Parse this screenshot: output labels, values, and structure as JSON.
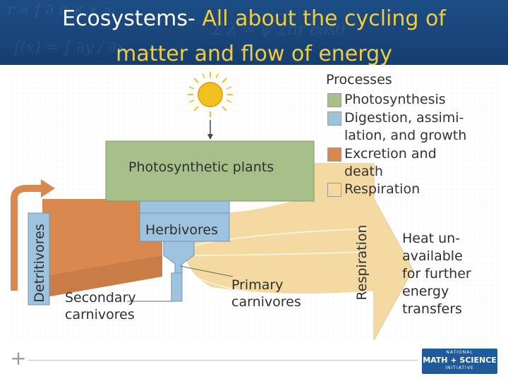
{
  "slide": {
    "title_strong": "Ecosystems-",
    "title_rest_line1": " All about the cycling of",
    "title_rest_line2": "matter and flow of energy"
  },
  "diagram": {
    "legend": {
      "heading": "Processes",
      "items": [
        {
          "label": "Photosynthesis",
          "color": "#a7c08a"
        },
        {
          "label": "Digestion, assimi-",
          "label2": "lation, and growth",
          "color": "#9ec3df"
        },
        {
          "label": "Excretion and",
          "label2": "death",
          "color": "#d9894f"
        },
        {
          "label": "Respiration",
          "color": "#f4d9a1"
        }
      ]
    },
    "nodes": {
      "photosynthetic_plants": "Photosynthetic plants",
      "herbivores": "Herbivores",
      "detritivores": "Detritivores",
      "secondary_carnivores_1": "Secondary",
      "secondary_carnivores_2": "carnivores",
      "primary_carnivores_1": "Primary",
      "primary_carnivores_2": "carnivores",
      "respiration_arrow": "Respiration"
    },
    "heat_label": [
      "Heat un-",
      "available",
      "for further",
      "energy",
      "transfers"
    ],
    "colors": {
      "photosynthesis": "#a7c08a",
      "digestion": "#9ec3df",
      "excretion": "#d9894f",
      "respiration": "#f4d9a1",
      "sun": "#f3c021"
    }
  },
  "branding": {
    "logo_top": "NATIONAL",
    "logo_mid": "MATH + SCIENCE",
    "logo_bot": "INITIATIVE",
    "plus_glyph": "+"
  }
}
